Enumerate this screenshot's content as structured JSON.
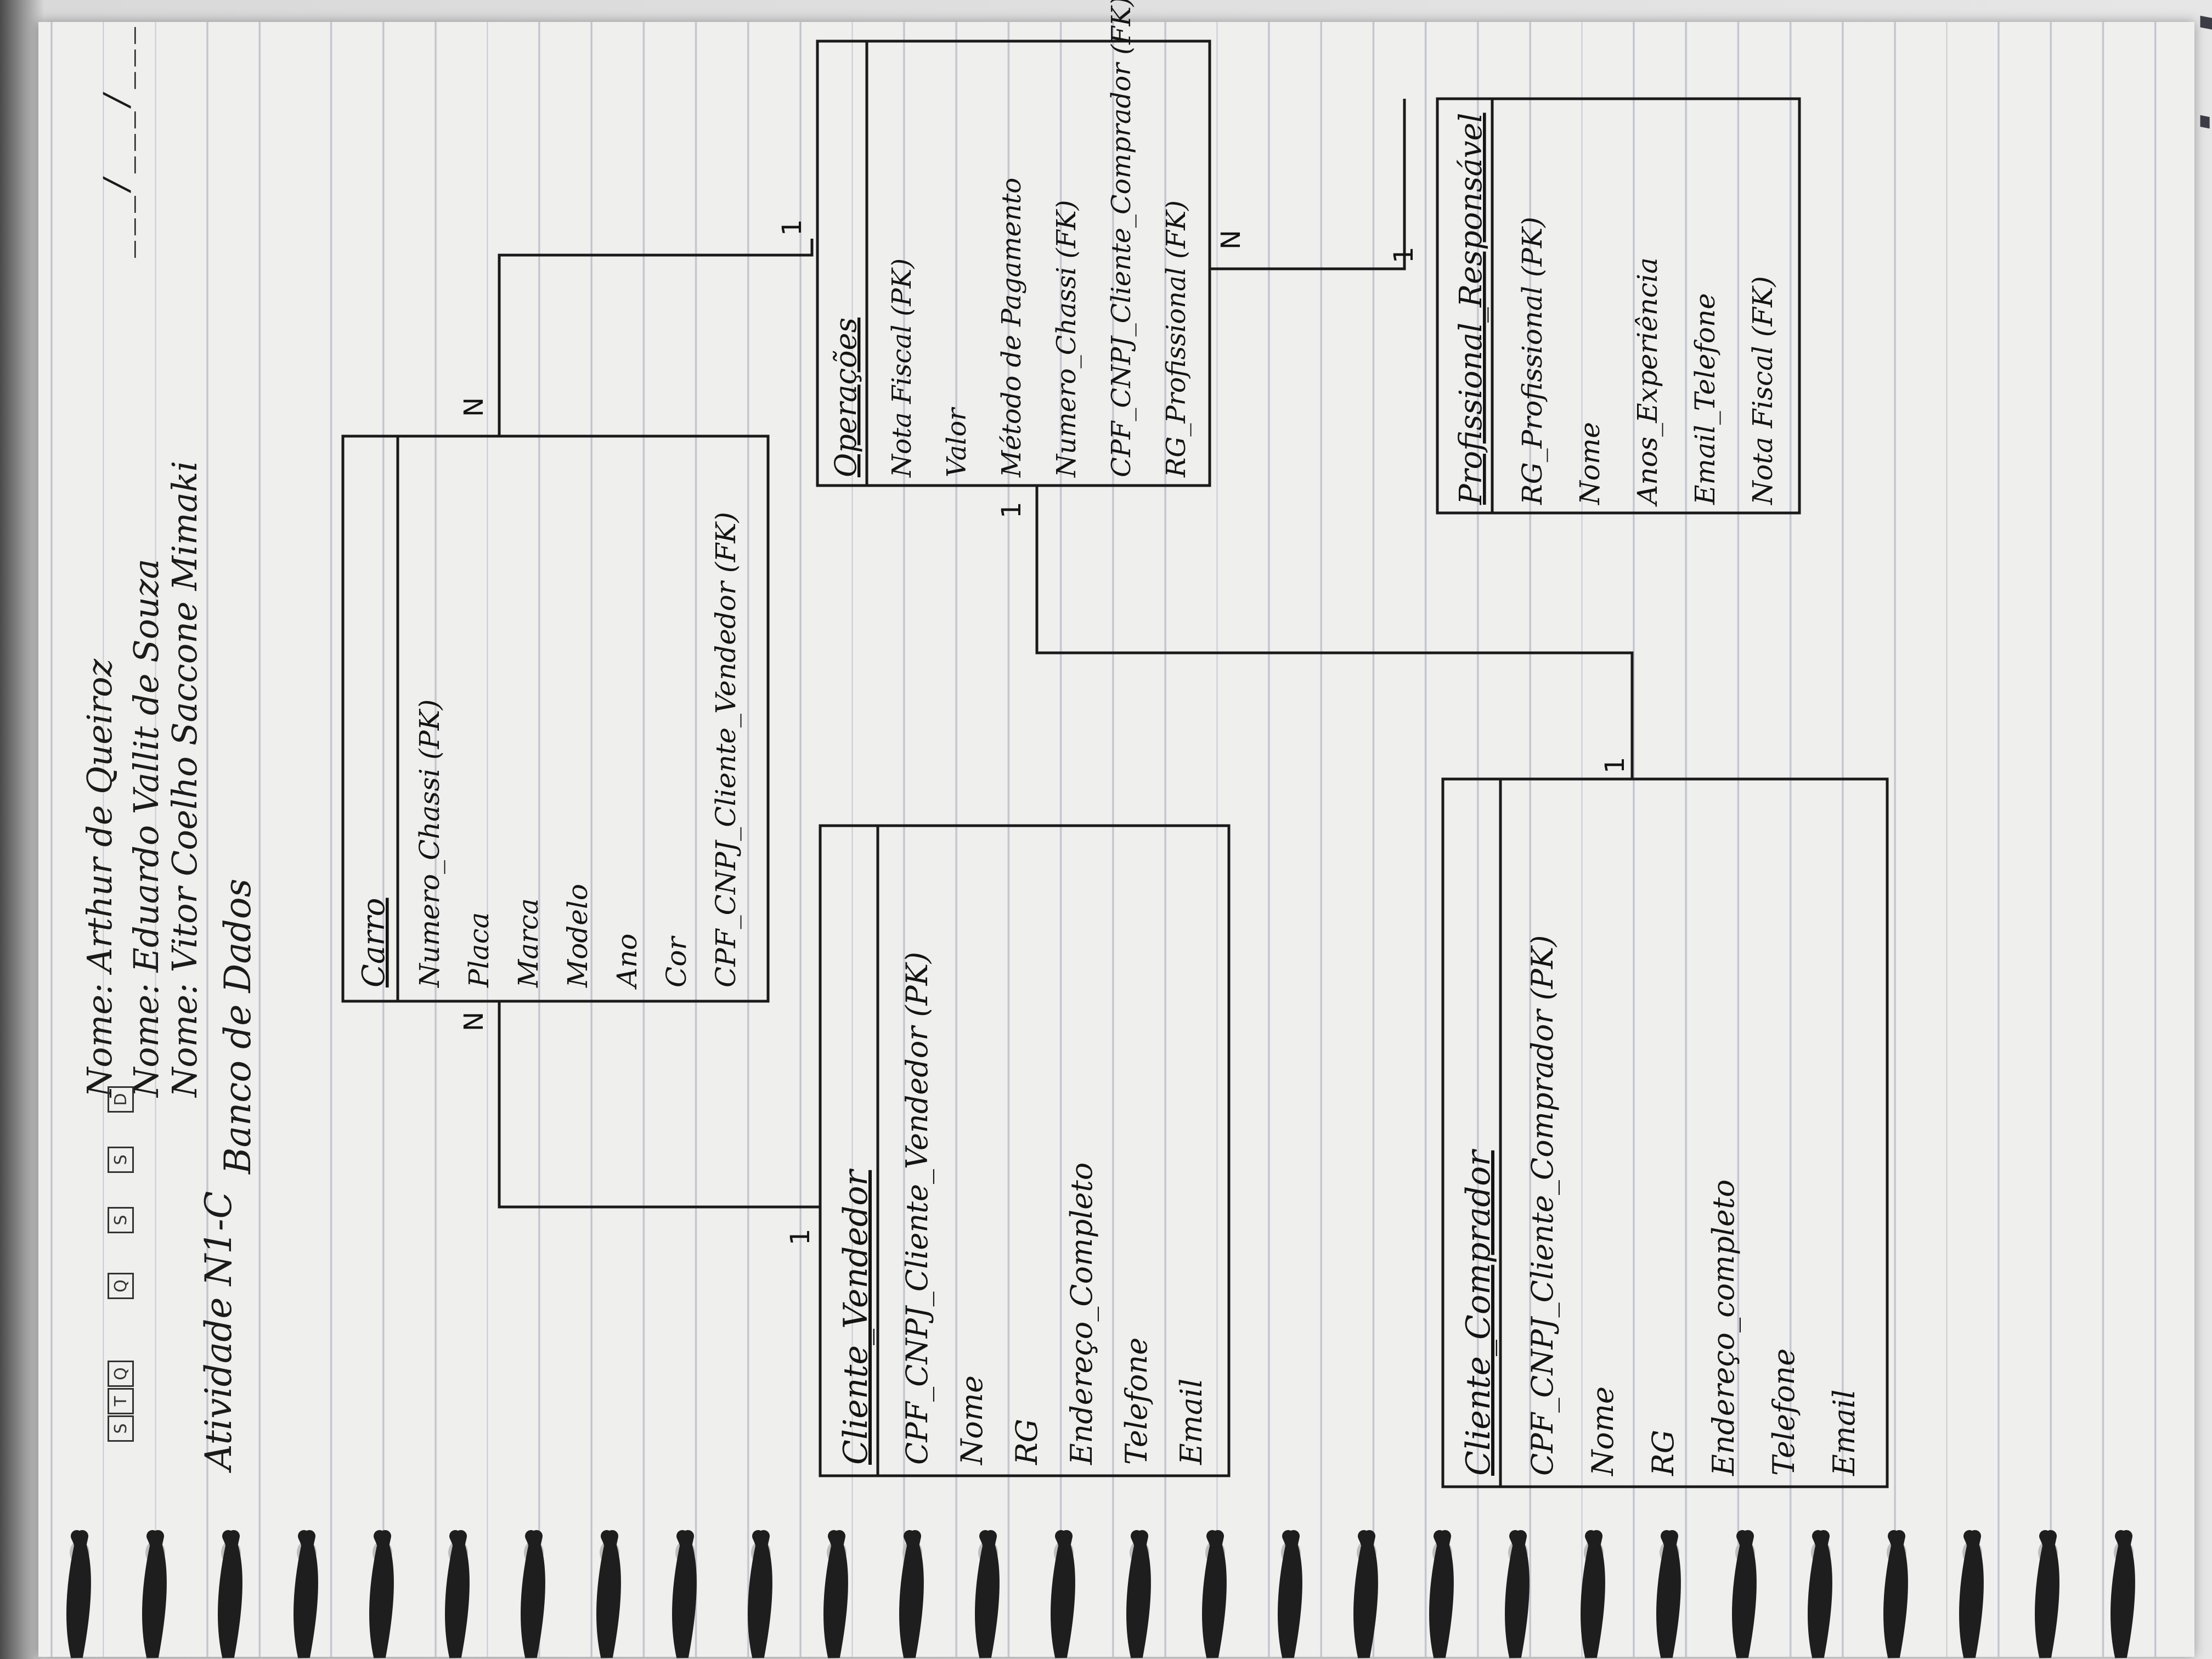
{
  "header": {
    "names": [
      "Nome: Arthur de Queiroz",
      "Nome: Eduardo Vallit de Souza",
      "Nome: Vitor Coelho Saccone Mimaki"
    ],
    "date_blank": "___/___/___",
    "activity": "Atividade N1-C",
    "subject": "Banco de Dados",
    "weekdays": [
      "S",
      "T",
      "Q",
      "Q",
      "S",
      "S",
      "D"
    ]
  },
  "brand": "spiral",
  "entities": [
    {
      "id": "carro",
      "title": "Carro",
      "attributes": [
        "Numero_Chassi (PK)",
        "Placa",
        "Marca",
        "Modelo",
        "Ano",
        "Cor",
        "CPF_CNPJ_Cliente_Vendedor (FK)"
      ]
    },
    {
      "id": "operacoes",
      "title": "Operações",
      "attributes": [
        "Nota Fiscal (PK)",
        "Valor",
        "Método de Pagamento",
        "Numero_Chassi (FK)",
        "CPF_CNPJ_Cliente_Comprador (FK)",
        "RG_Profissional (FK)"
      ]
    },
    {
      "id": "profissional",
      "title": "Profissional_Responsável",
      "attributes": [
        "RG_Profissional (PK)",
        "Nome",
        "Anos_Experiência",
        "Email_Telefone",
        "Nota Fiscal (FK)"
      ]
    },
    {
      "id": "vendedor",
      "title": "Cliente_Vendedor",
      "attributes": [
        "CPF_CNPJ_Cliente_Vendedor (PK)",
        "Nome",
        "RG",
        "Endereço_Completo",
        "Telefone",
        "Email"
      ]
    },
    {
      "id": "comprador",
      "title": "Cliente_Comprador",
      "attributes": [
        "CPF_CNPJ_Cliente_Comprador (PK)",
        "Nome",
        "RG",
        "Endereço_completo",
        "Telefone",
        "Email"
      ]
    }
  ],
  "cardinalities": {
    "carro_operacoes_carro": "N",
    "carro_operacoes_operacoes": "1",
    "vendedor_carro_vendedor": "1",
    "vendedor_carro_carro": "N",
    "operacoes_profissional_operacoes": "N",
    "operacoes_profissional_profissional": "1",
    "operacoes_comprador_operacoes": "1",
    "operacoes_comprador_comprador": "1"
  }
}
